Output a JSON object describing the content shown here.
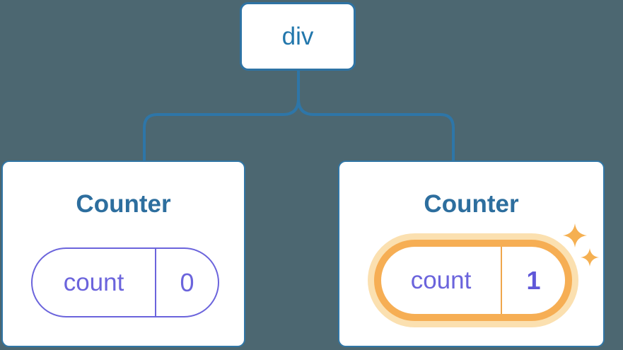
{
  "background_color": "#4C6771",
  "tree": {
    "root": {
      "label": "div"
    },
    "connector_color": "#2E76A8",
    "children": [
      {
        "title": "Counter",
        "state": {
          "key": "count",
          "value": "0"
        },
        "highlighted": false
      },
      {
        "title": "Counter",
        "state": {
          "key": "count",
          "value": "1"
        },
        "highlighted": true
      }
    ]
  },
  "colors": {
    "node_border": "#2E73A4",
    "node_text": "#2277AC",
    "card_border": "#3176A5",
    "title_text": "#2D6E9E",
    "state_purple": "#6B64DC",
    "highlight_orange": "#F6AE54",
    "highlight_halo": "#FBE0B0",
    "highlight_divider": "#EFA64B",
    "sparkle_orange": "#F5B052"
  }
}
